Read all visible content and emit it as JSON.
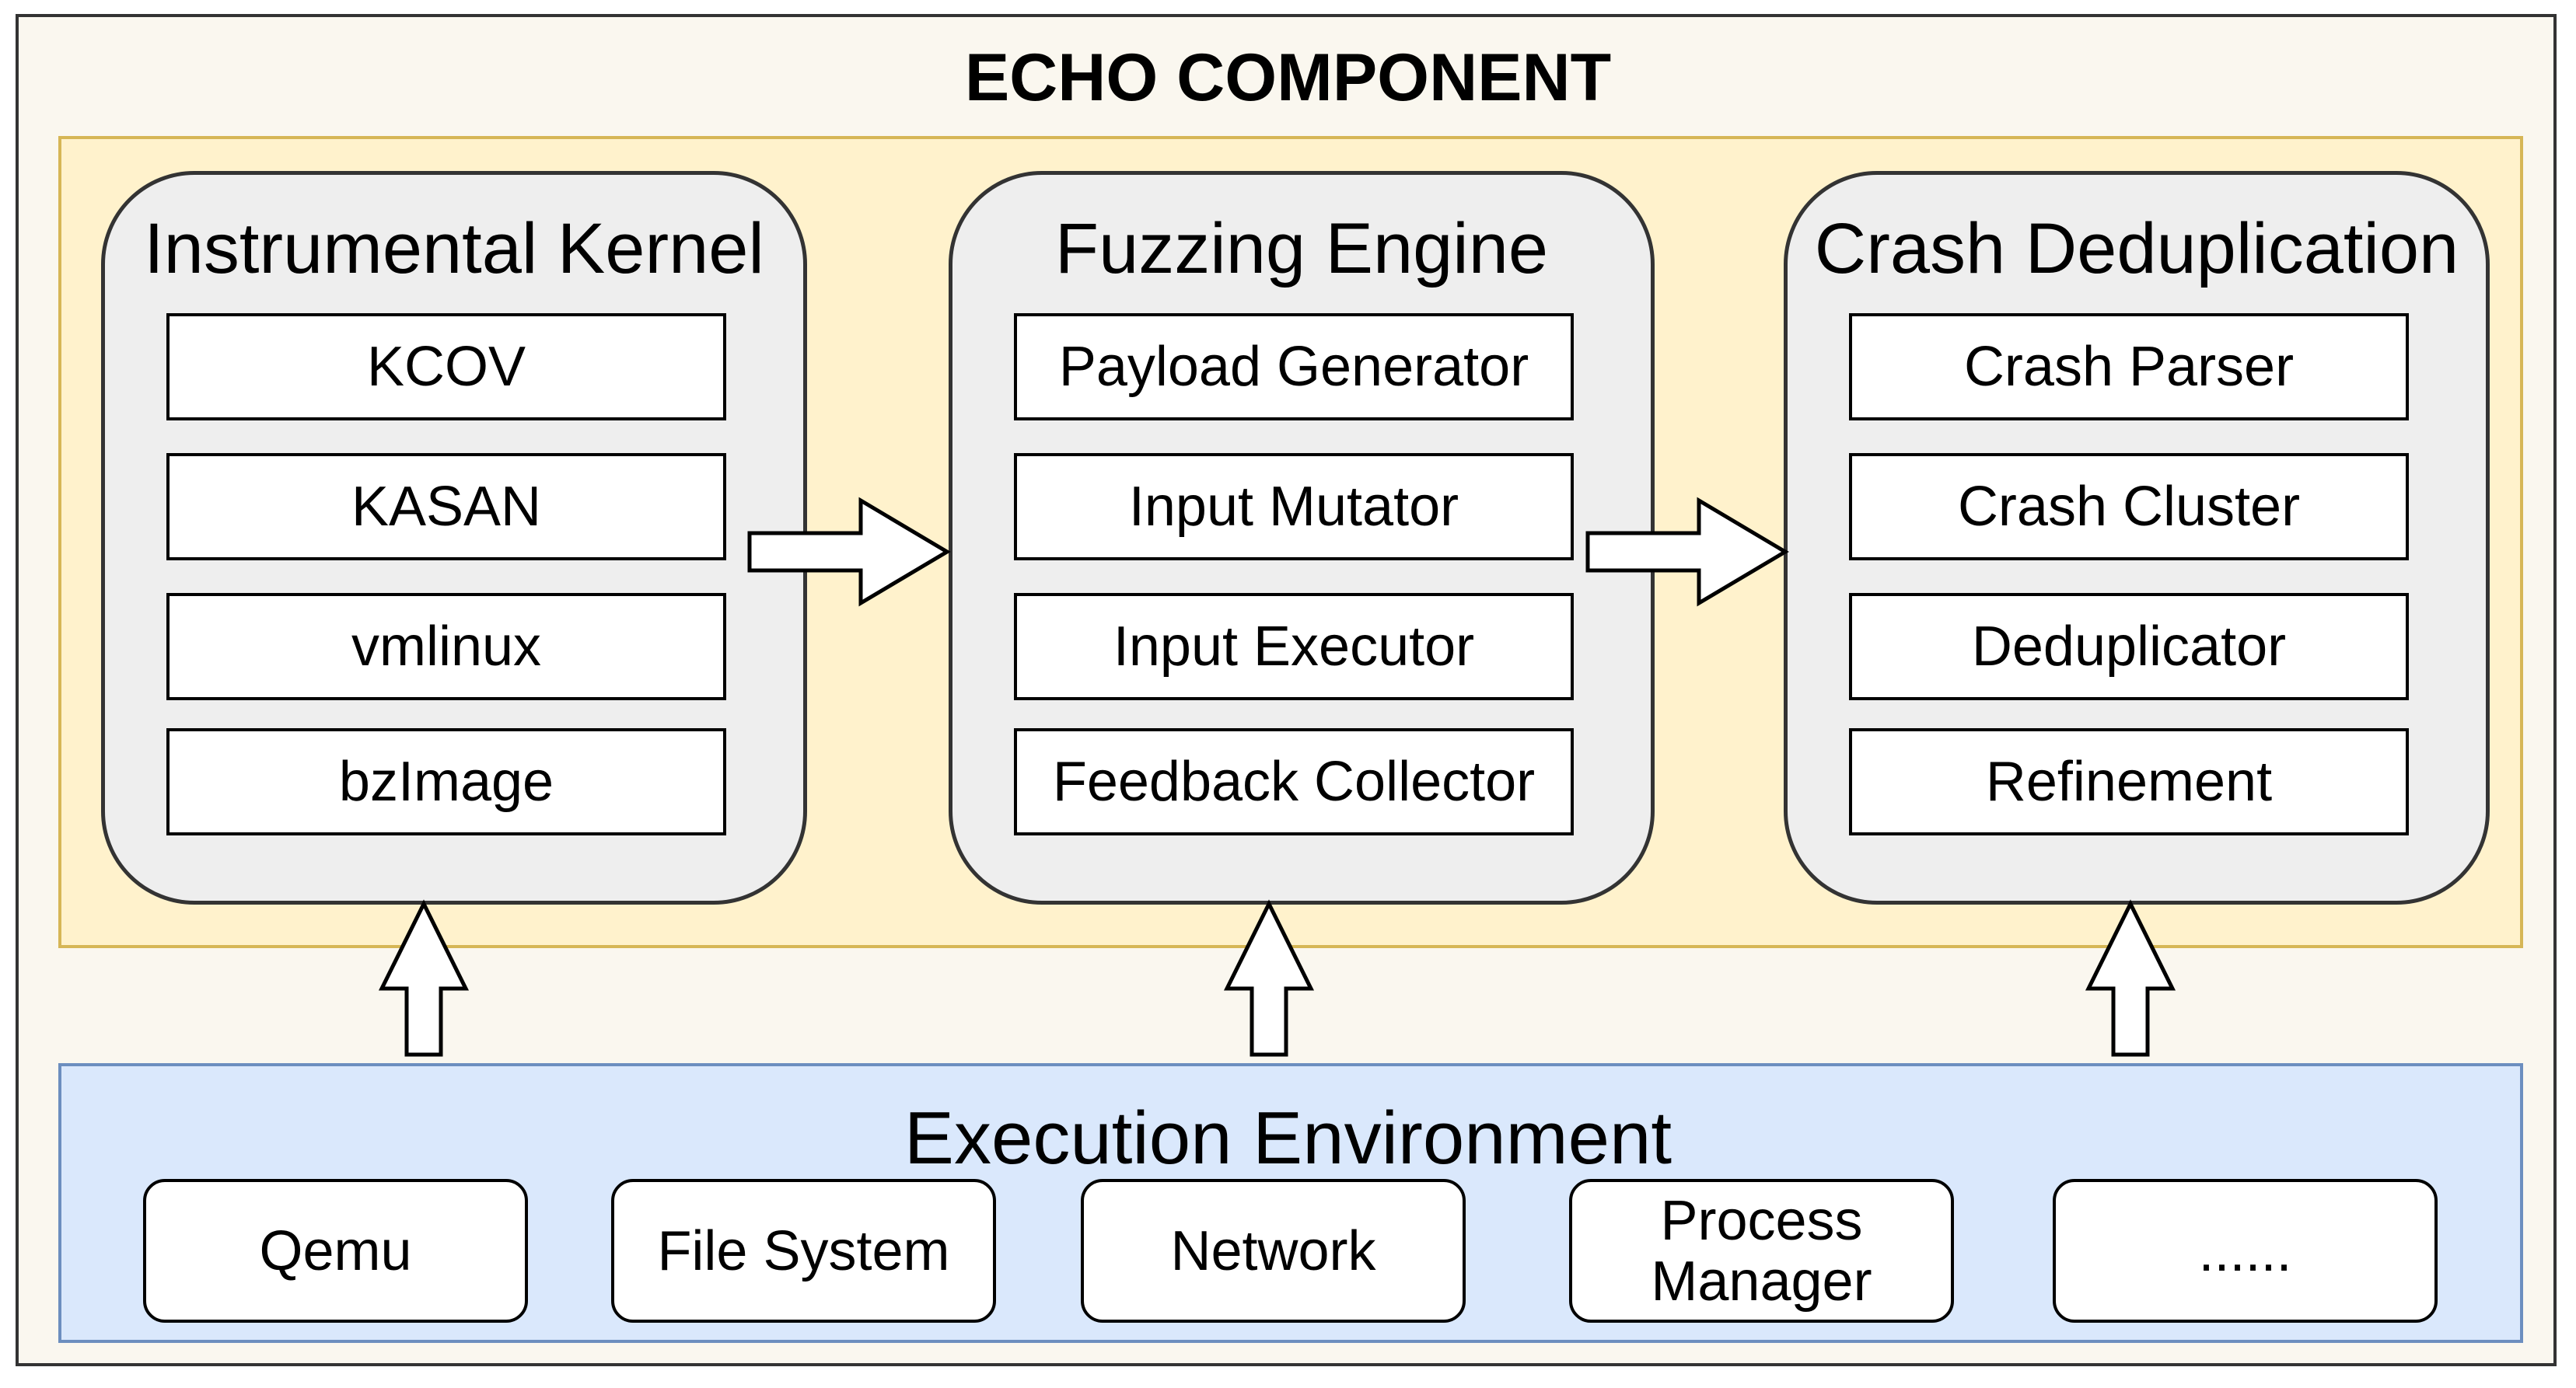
{
  "diagram": {
    "title": "ECHO COMPONENT",
    "modules": [
      {
        "title": "Instrumental Kernel",
        "items": [
          "KCOV",
          "KASAN",
          "vmlinux",
          "bzImage"
        ]
      },
      {
        "title": "Fuzzing Engine",
        "items": [
          "Payload Generator",
          "Input Mutator",
          "Input Executor",
          "Feedback Collector"
        ]
      },
      {
        "title": "Crash Deduplication",
        "items": [
          "Crash Parser",
          "Crash Cluster",
          "Deduplicator",
          "Refinement"
        ]
      }
    ],
    "environment": {
      "title": "Execution Environment",
      "items": [
        "Qemu",
        "File System",
        "Network",
        "Process Manager",
        "......"
      ]
    },
    "colors": {
      "component_fill": "#fff2cc",
      "component_border": "#d6b656",
      "module_fill": "#eeeeee",
      "environment_fill": "#dae8fc",
      "environment_border": "#6c8ebf",
      "outer_fill": "#faf7ef"
    }
  }
}
